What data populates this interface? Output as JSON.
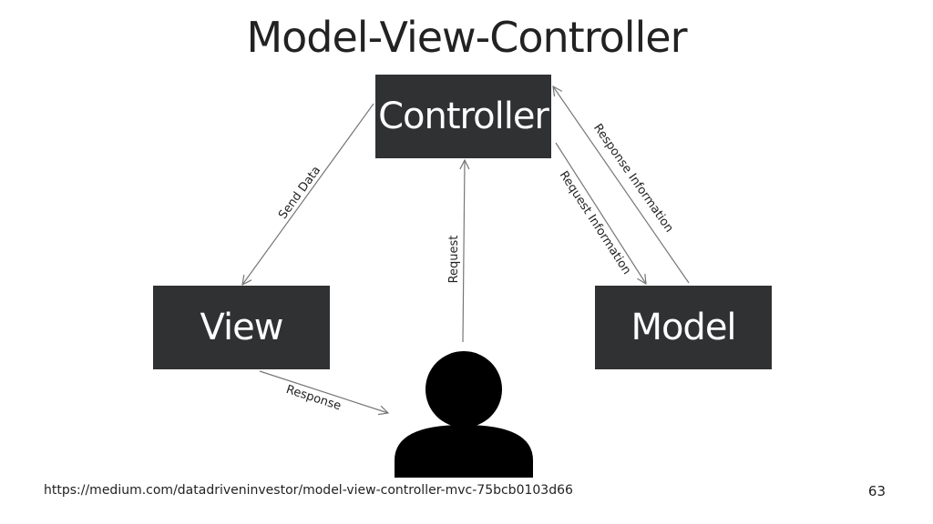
{
  "title": "Model-View-Controller",
  "boxes": {
    "controller": "Controller",
    "view": "View",
    "model": "Model"
  },
  "arrows": {
    "send_data": "Send Data",
    "request": "Request",
    "request_information": "Request Information",
    "response_information": "Response Information",
    "response": "Response"
  },
  "user_icon": "user-silhouette-icon",
  "source_link": "https://medium.com/datadriveninvestor/model-view-controller-mvc-75bcb0103d66",
  "page_number": "63",
  "colors": {
    "box_fill": "#2f3133",
    "box_text": "#ffffff",
    "arrow": "#777777"
  }
}
